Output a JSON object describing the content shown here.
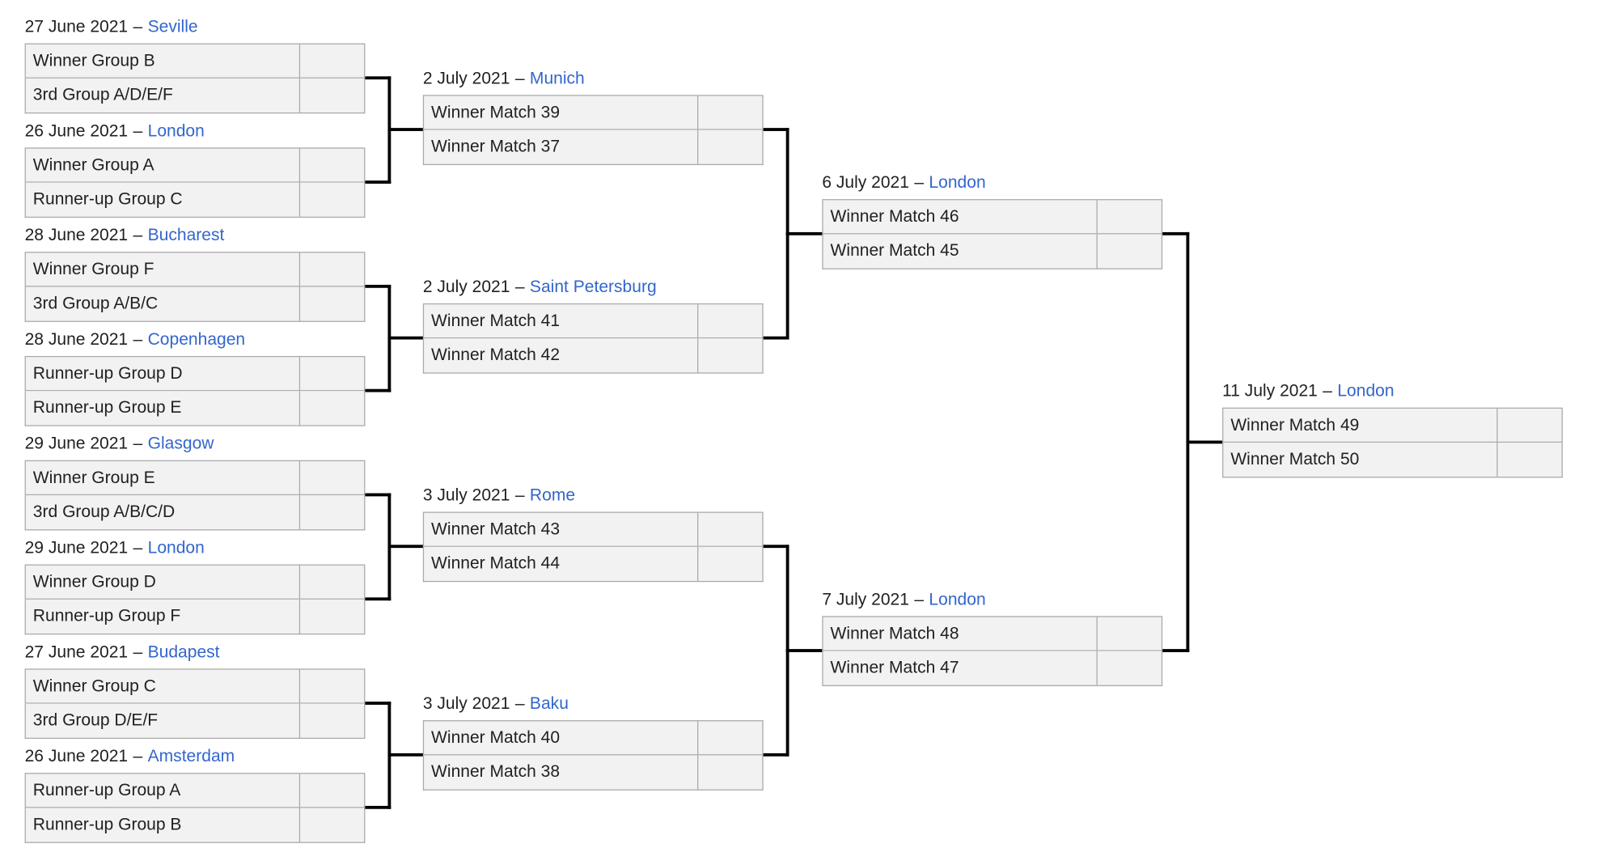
{
  "labels": {
    "separator": "–"
  },
  "colors": {
    "background": "#ffffff",
    "box-background": "#f2f2f2",
    "box-border": "#aaaaaa",
    "text": "#202122",
    "link": "#3366cc",
    "connector": "#000000"
  },
  "rounds": {
    "round_of_16": {
      "matches": [
        {
          "date": "27 June 2021",
          "city": "Seville",
          "team1": "Winner Group B",
          "team2": "3rd Group A/D/E/F",
          "score1": "",
          "score2": ""
        },
        {
          "date": "26 June 2021",
          "city": "London",
          "team1": "Winner Group A",
          "team2": "Runner-up Group C",
          "score1": "",
          "score2": ""
        },
        {
          "date": "28 June 2021",
          "city": "Bucharest",
          "team1": "Winner Group F",
          "team2": "3rd Group A/B/C",
          "score1": "",
          "score2": ""
        },
        {
          "date": "28 June 2021",
          "city": "Copenhagen",
          "team1": "Runner-up Group D",
          "team2": "Runner-up Group E",
          "score1": "",
          "score2": ""
        },
        {
          "date": "29 June 2021",
          "city": "Glasgow",
          "team1": "Winner Group E",
          "team2": "3rd Group A/B/C/D",
          "score1": "",
          "score2": ""
        },
        {
          "date": "29 June 2021",
          "city": "London",
          "team1": "Winner Group D",
          "team2": "Runner-up Group F",
          "score1": "",
          "score2": ""
        },
        {
          "date": "27 June 2021",
          "city": "Budapest",
          "team1": "Winner Group C",
          "team2": "3rd Group D/E/F",
          "score1": "",
          "score2": ""
        },
        {
          "date": "26 June 2021",
          "city": "Amsterdam",
          "team1": "Runner-up Group A",
          "team2": "Runner-up Group B",
          "score1": "",
          "score2": ""
        }
      ]
    },
    "quarter_finals": {
      "matches": [
        {
          "date": "2 July 2021",
          "city": "Munich",
          "team1": "Winner Match 39",
          "team2": "Winner Match 37",
          "score1": "",
          "score2": ""
        },
        {
          "date": "2 July 2021",
          "city": "Saint Petersburg",
          "team1": "Winner Match 41",
          "team2": "Winner Match 42",
          "score1": "",
          "score2": ""
        },
        {
          "date": "3 July 2021",
          "city": "Rome",
          "team1": "Winner Match 43",
          "team2": "Winner Match 44",
          "score1": "",
          "score2": ""
        },
        {
          "date": "3 July 2021",
          "city": "Baku",
          "team1": "Winner Match 40",
          "team2": "Winner Match 38",
          "score1": "",
          "score2": ""
        }
      ]
    },
    "semi_finals": {
      "matches": [
        {
          "date": "6 July 2021",
          "city": "London",
          "team1": "Winner Match 46",
          "team2": "Winner Match 45",
          "score1": "",
          "score2": ""
        },
        {
          "date": "7 July 2021",
          "city": "London",
          "team1": "Winner Match 48",
          "team2": "Winner Match 47",
          "score1": "",
          "score2": ""
        }
      ]
    },
    "final": {
      "matches": [
        {
          "date": "11 July 2021",
          "city": "London",
          "team1": "Winner Match 49",
          "team2": "Winner Match 50",
          "score1": "",
          "score2": ""
        }
      ]
    }
  }
}
